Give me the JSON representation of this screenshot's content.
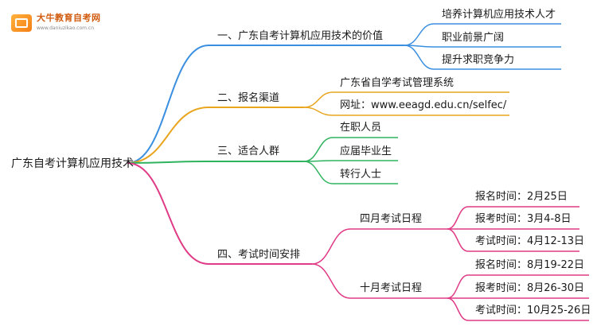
{
  "logo": {
    "name": "大牛教育自考网",
    "url": "www.daniuzikao.com.cn"
  },
  "colors": {
    "blue": "#3b8fe0",
    "orange": "#e9a51d",
    "green": "#2fb35d",
    "pink": "#e03b86"
  },
  "root": "广东自考计算机应用技术",
  "branches": [
    {
      "label": "一、广东自考计算机应用技术的价值",
      "color": "blue",
      "children": [
        "培养计算机应用技术人才",
        "职业前景广阔",
        "提升求职竞争力"
      ]
    },
    {
      "label": "二、报名渠道",
      "color": "orange",
      "children": [
        "广东省自学考试管理系统",
        "网址：www.eeagd.edu.cn/selfec/"
      ]
    },
    {
      "label": "三、适合人群",
      "color": "green",
      "children": [
        "在职人员",
        "应届毕业生",
        "转行人士"
      ]
    },
    {
      "label": "四、考试时间安排",
      "color": "pink",
      "children": [
        {
          "label": "四月考试日程",
          "children": [
            "报名时间：2月25日",
            "报考时间：3月4-8日",
            "考试时间：4月12-13日"
          ]
        },
        {
          "label": "十月考试日程",
          "children": [
            "报名时间：8月19-22日",
            "报考时间：8月26-30日",
            "考试时间：10月25-26日"
          ]
        }
      ]
    }
  ]
}
